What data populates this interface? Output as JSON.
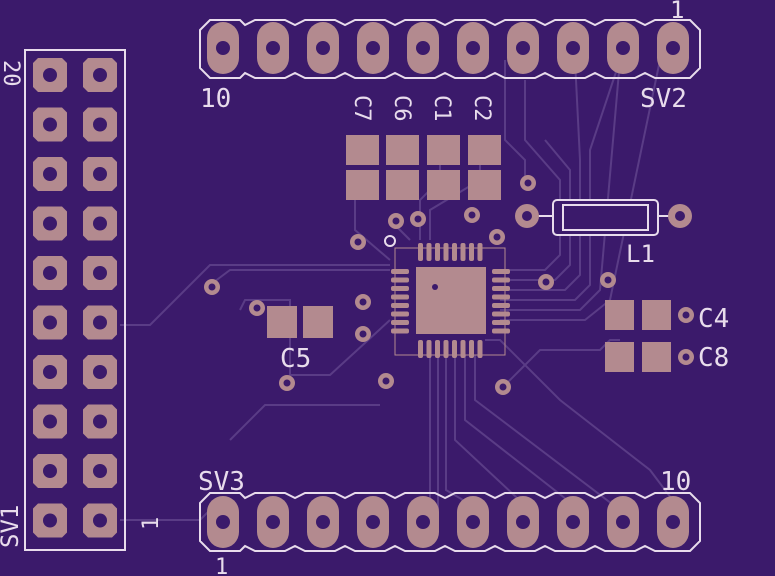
{
  "colors": {
    "board": "#3b1a6b",
    "trace": "#5a3c86",
    "copper": "#b38a8f",
    "silkscreen": "#e8dcec",
    "drill": "#3b1a6b"
  },
  "header_sv2": {
    "name": "SV2",
    "pin_first": "1",
    "pin_last": "10"
  },
  "header_sv3": {
    "name": "SV3",
    "pin_first": "1",
    "pin_last": "10"
  },
  "header_sv1": {
    "name": "SV1",
    "pin_first": "1",
    "pin_last": "20"
  },
  "components": {
    "c7": "C7",
    "c6": "C6",
    "c1": "C1",
    "c2": "C2",
    "c5": "C5",
    "c4": "C4",
    "c8": "C8",
    "l1": "L1"
  }
}
